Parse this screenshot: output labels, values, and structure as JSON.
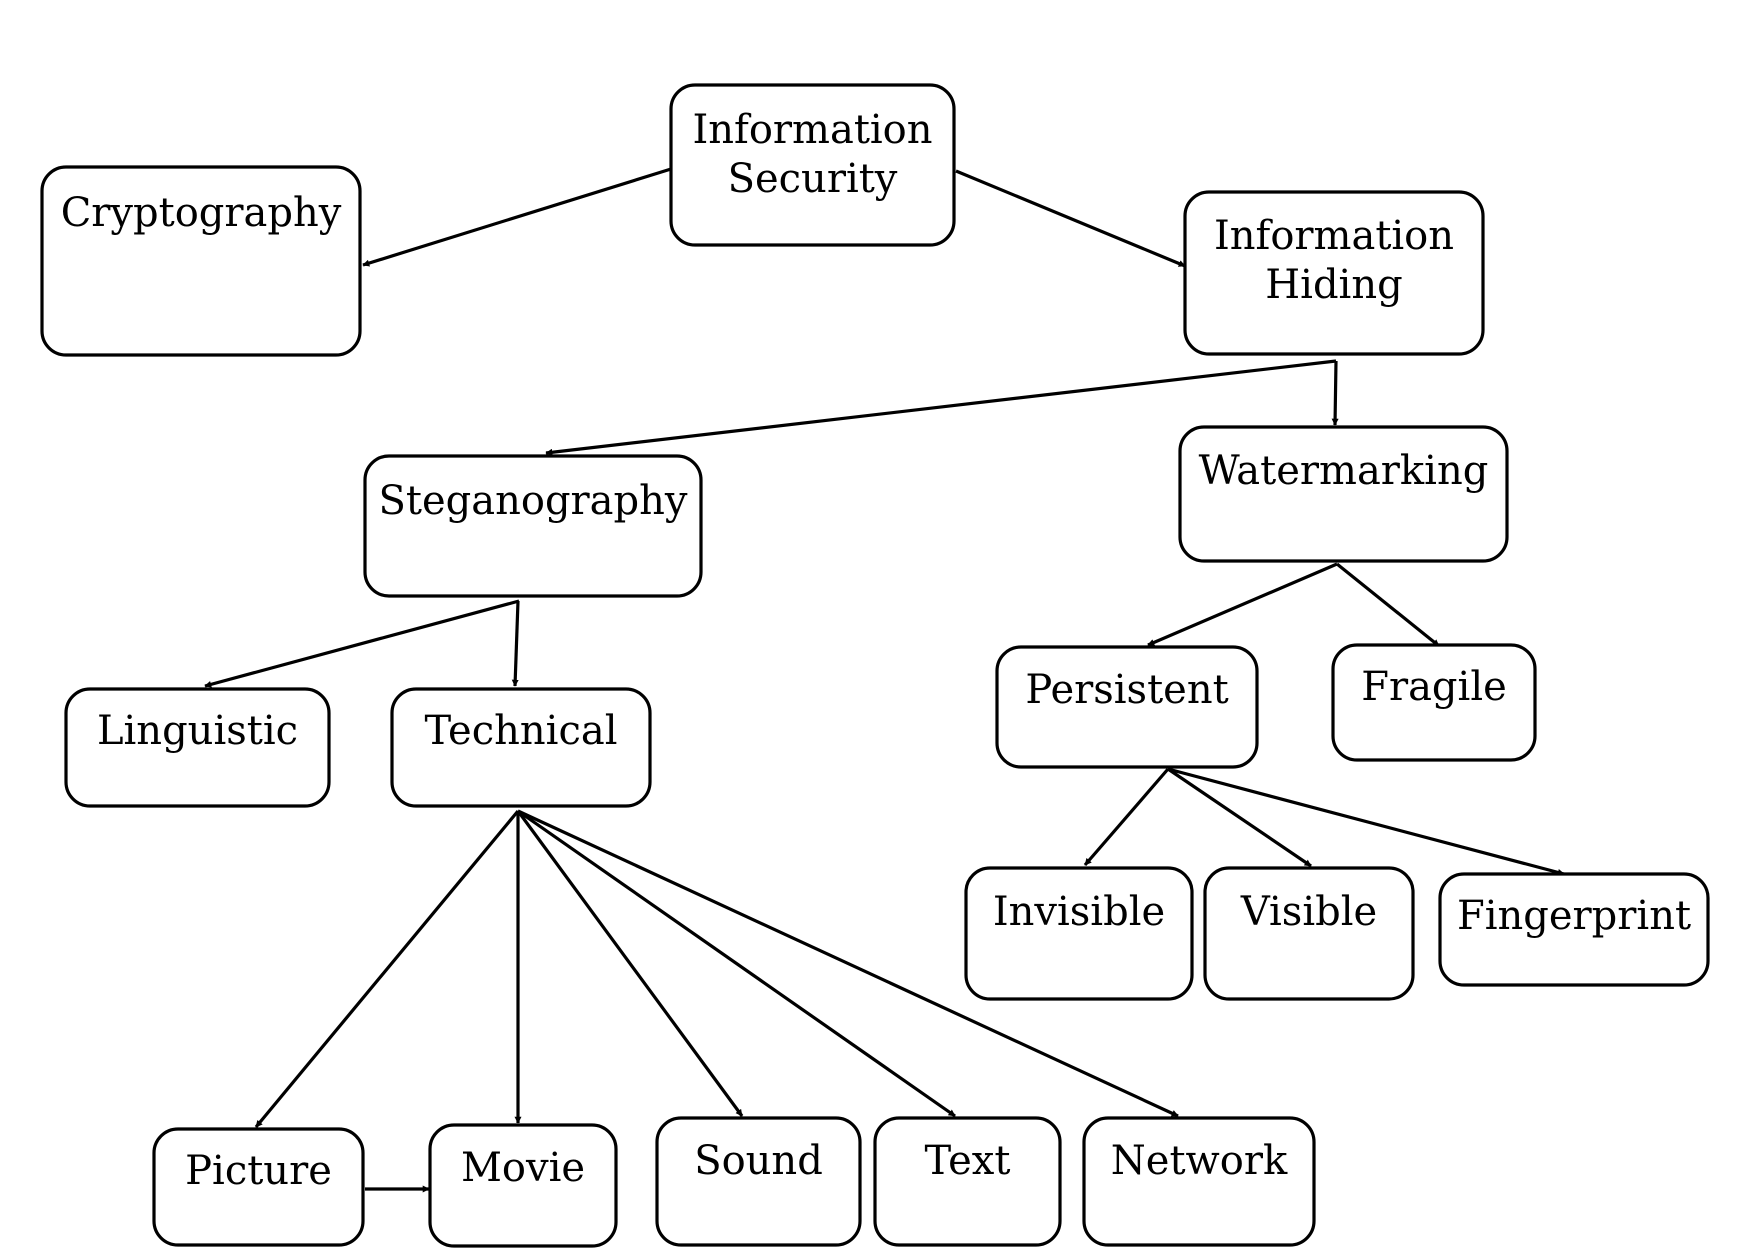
{
  "nodes": {
    "information_security": "Information\nSecurity",
    "cryptography": "Cryptography",
    "information_hiding": "Information\nHiding",
    "steganography": "Steganography",
    "watermarking": "Watermarking",
    "linguistic": "Linguistic",
    "technical": "Technical",
    "persistent": "Persistent",
    "fragile": "Fragile",
    "invisible": "Invisible",
    "visible": "Visible",
    "fingerprint": "Fingerprint",
    "picture": "Picture",
    "movie": "Movie",
    "sound": "Sound",
    "text": "Text",
    "network": "Network"
  },
  "edges": [
    [
      "information_security",
      "cryptography"
    ],
    [
      "information_security",
      "information_hiding"
    ],
    [
      "information_hiding",
      "steganography"
    ],
    [
      "information_hiding",
      "watermarking"
    ],
    [
      "steganography",
      "linguistic"
    ],
    [
      "steganography",
      "technical"
    ],
    [
      "watermarking",
      "persistent"
    ],
    [
      "watermarking",
      "fragile"
    ],
    [
      "persistent",
      "invisible"
    ],
    [
      "persistent",
      "visible"
    ],
    [
      "persistent",
      "fingerprint"
    ],
    [
      "technical",
      "picture"
    ],
    [
      "technical",
      "movie"
    ],
    [
      "technical",
      "sound"
    ],
    [
      "technical",
      "text"
    ],
    [
      "technical",
      "network"
    ],
    [
      "picture",
      "movie"
    ]
  ],
  "colors": {
    "stroke": "#000000",
    "fill": "#ffffff",
    "text": "#000000"
  }
}
